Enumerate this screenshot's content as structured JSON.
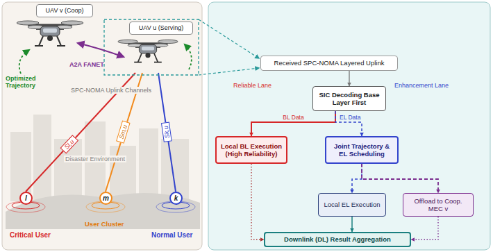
{
  "diagram": {
    "nodes": [
      {
        "text": [
          "UAV v (Coop)"
        ]
      },
      {
        "text": [
          "UAV u (Serving)"
        ]
      },
      {
        "text": [
          "Received SPC-NOMA Layered Uplink"
        ]
      },
      {
        "text": [
          "SIC Decoding Base Layer First"
        ]
      },
      {
        "text": [
          "Local BL Execution (High Reliability)"
        ]
      },
      {
        "text": [
          "Joint Trajectory & EL Scheduling"
        ]
      },
      {
        "text": [
          "Local EL Execution"
        ]
      },
      {
        "text": [
          "Offload to Coop. MEC v"
        ]
      },
      {
        "text": [
          "Downlink (DL) Result Aggregation"
        ]
      },
      {
        "text": [
          "l"
        ]
      },
      {
        "text": [
          "m"
        ]
      },
      {
        "text": [
          "k"
        ]
      }
    ],
    "edges": [
      {
        "from": 2,
        "to": 3,
        "arrow": "to"
      },
      {
        "from": 3,
        "to": 4,
        "label": "BL Data",
        "arrow": "to"
      },
      {
        "from": 3,
        "to": 5,
        "label": "EL Data",
        "arrow": "to"
      },
      {
        "from": 5,
        "to": 6,
        "arrow": "to"
      },
      {
        "from": 5,
        "to": 7,
        "arrow": "to"
      },
      {
        "from": 4,
        "to": 8,
        "arrow": "to"
      },
      {
        "from": 6,
        "to": 8,
        "arrow": "to"
      },
      {
        "from": 7,
        "to": 8,
        "arrow": "to"
      }
    ],
    "labels": [
      "Optimized Trajectory",
      "A2A FANET",
      "SPC-NOMA Uplink Channels",
      "Disaster Environment",
      "Sl,u",
      "Sm,u",
      "Sk,u",
      "Critical User",
      "User Cluster",
      "Normal User",
      "Reliable Lane",
      "Enhancement Lane"
    ]
  }
}
